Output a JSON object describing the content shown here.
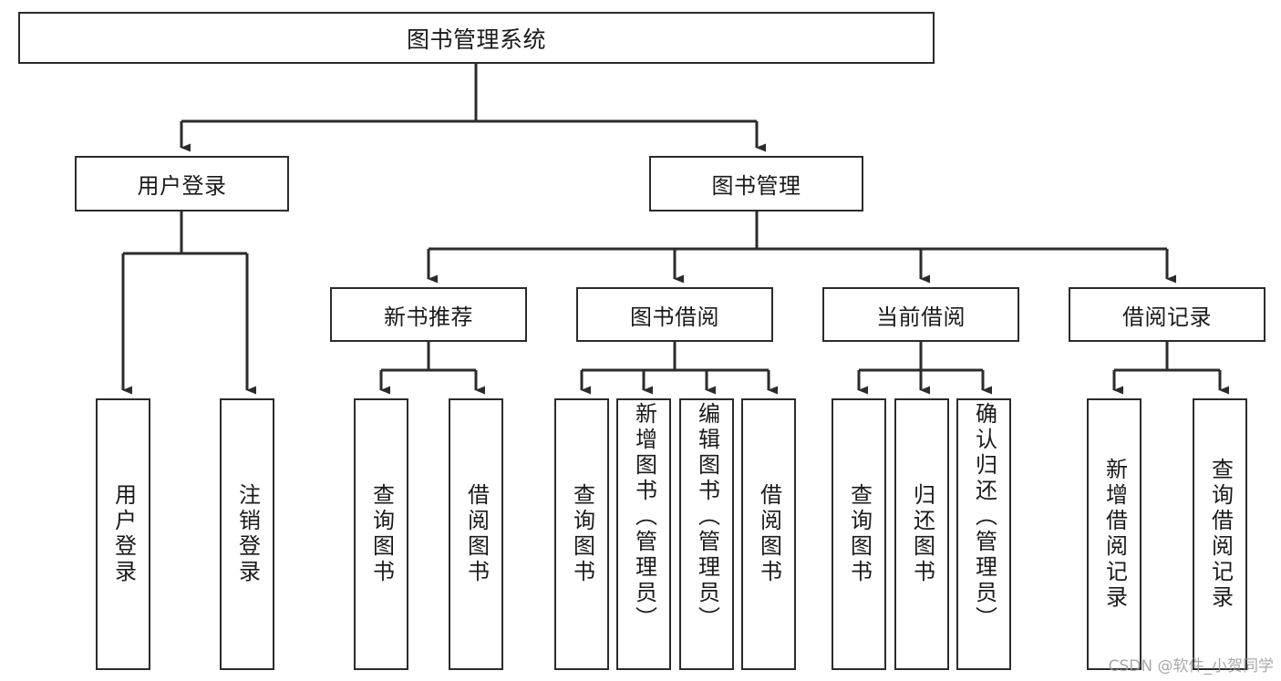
{
  "diagram": {
    "title": "图书管理系统",
    "type": "tree-hierarchy",
    "watermark": "CSDN @软件_小贺同学",
    "colors": {
      "box_border": "#2b2b2b",
      "box_fill": "#ffffff",
      "connector": "#2b2b2b",
      "text": "#1a1a1a",
      "watermark": "#9a9a9a"
    },
    "nodes": {
      "root": {
        "label": "图书管理系统"
      },
      "level2": [
        {
          "label": "用户登录"
        },
        {
          "label": "图书管理"
        }
      ],
      "level3": [
        {
          "label": "新书推荐"
        },
        {
          "label": "图书借阅"
        },
        {
          "label": "当前借阅"
        },
        {
          "label": "借阅记录"
        }
      ],
      "leaves": {
        "user_login": [
          {
            "label": "用户登录"
          },
          {
            "label": "注销登录"
          }
        ],
        "new_book": [
          {
            "label": "查询图书"
          },
          {
            "label": "借阅图书"
          }
        ],
        "book_borrow": [
          {
            "label": "查询图书"
          },
          {
            "label": "新增图书（管理员）"
          },
          {
            "label": "编辑图书（管理员）"
          },
          {
            "label": "借阅图书"
          }
        ],
        "current_borrow": [
          {
            "label": "查询图书"
          },
          {
            "label": "归还图书"
          },
          {
            "label": "确认归还（管理员）"
          }
        ],
        "borrow_record": [
          {
            "label": "新增借阅记录"
          },
          {
            "label": "查询借阅记录"
          }
        ]
      }
    }
  }
}
